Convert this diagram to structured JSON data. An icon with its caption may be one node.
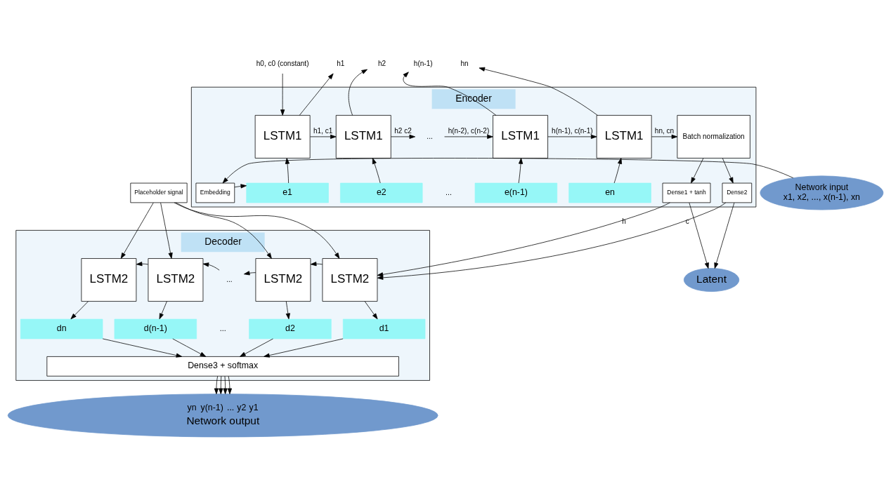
{
  "diagram": {
    "nodes": [
      {
        "text": [
          "Encoder"
        ]
      },
      {
        "text": [
          "h0, c0 (constant)"
        ]
      },
      {
        "text": [
          "h1"
        ]
      },
      {
        "text": [
          "h2"
        ]
      },
      {
        "text": [
          "h(n-1)"
        ]
      },
      {
        "text": [
          "hn"
        ]
      },
      {
        "text": [
          "Network input",
          "x1, x2, ..., x(n-1), xn"
        ]
      },
      {
        "text": [
          "Embedding"
        ],
        "in": 0
      },
      {
        "text": [
          "LSTM1"
        ],
        "in": 0
      },
      {
        "text": [
          "LSTM1"
        ],
        "in": 0
      },
      {
        "text": [
          "..."
        ],
        "in": 0
      },
      {
        "text": [
          "LSTM1"
        ],
        "in": 0
      },
      {
        "text": [
          "LSTM1"
        ],
        "in": 0
      },
      {
        "text": [
          "Batch normalization"
        ],
        "in": 0
      },
      {
        "text": [
          "e1"
        ],
        "in": 0
      },
      {
        "text": [
          "e2"
        ],
        "in": 0
      },
      {
        "text": [
          "e(n-1)"
        ],
        "in": 0
      },
      {
        "text": [
          "en"
        ],
        "in": 0
      },
      {
        "text": [
          "Dense1 + tanh"
        ],
        "in": 0
      },
      {
        "text": [
          "Dense2"
        ],
        "in": 0
      },
      {
        "text": [
          "Placeholder signal"
        ]
      },
      {
        "text": [
          "Decoder"
        ]
      },
      {
        "text": [
          "LSTM2"
        ],
        "in": 21
      },
      {
        "text": [
          "LSTM2"
        ],
        "in": 21
      },
      {
        "text": [
          "..."
        ],
        "in": 21
      },
      {
        "text": [
          "LSTM2"
        ],
        "in": 21
      },
      {
        "text": [
          "LSTM2"
        ],
        "in": 21
      },
      {
        "text": [
          "dn"
        ],
        "in": 21
      },
      {
        "text": [
          "d(n-1)"
        ],
        "in": 21
      },
      {
        "text": [
          "d2"
        ],
        "in": 21
      },
      {
        "text": [
          "d1"
        ],
        "in": 21
      },
      {
        "text": [
          "Dense3 + softmax"
        ],
        "in": 21
      },
      {
        "text": [
          "Latent"
        ]
      },
      {
        "text": [
          "yn",
          "y(n-1)",
          "...",
          "y2",
          "y1",
          "Network output"
        ]
      }
    ],
    "edges": [
      {
        "from": 1,
        "to": 8,
        "arrow": "to"
      },
      {
        "from": 8,
        "to": 9,
        "arrow": "to",
        "label": "h1, c1"
      },
      {
        "from": 9,
        "to": 10,
        "arrow": "to",
        "label": "h2 c2"
      },
      {
        "from": 10,
        "to": 11,
        "arrow": "to",
        "label": "h(n-2), c(n-2)"
      },
      {
        "from": 11,
        "to": 12,
        "arrow": "to",
        "label": "h(n-1), c(n-1)"
      },
      {
        "from": 12,
        "to": 13,
        "arrow": "to",
        "label": "hn, cn"
      },
      {
        "from": 8,
        "to": 2,
        "arrow": "to"
      },
      {
        "from": 9,
        "to": 3,
        "arrow": "to"
      },
      {
        "from": 11,
        "to": 4,
        "arrow": "to"
      },
      {
        "from": 12,
        "to": 5,
        "arrow": "to"
      },
      {
        "from": 6,
        "to": 7,
        "arrow": "to"
      },
      {
        "from": 7,
        "to": 14,
        "arrow": "to"
      },
      {
        "from": 14,
        "to": 8,
        "arrow": "to"
      },
      {
        "from": 15,
        "to": 9,
        "arrow": "to"
      },
      {
        "from": 16,
        "to": 11,
        "arrow": "to"
      },
      {
        "from": 17,
        "to": 12,
        "arrow": "to"
      },
      {
        "from": 13,
        "to": 18,
        "arrow": "to"
      },
      {
        "from": 13,
        "to": 19,
        "arrow": "to"
      },
      {
        "from": 18,
        "to": 26,
        "arrow": "to",
        "label": "h"
      },
      {
        "from": 19,
        "to": 26,
        "arrow": "to",
        "label": "c"
      },
      {
        "from": 18,
        "to": 32,
        "arrow": "to"
      },
      {
        "from": 19,
        "to": 32,
        "arrow": "to"
      },
      {
        "from": 20,
        "to": 22,
        "arrow": "to"
      },
      {
        "from": 20,
        "to": 23,
        "arrow": "to"
      },
      {
        "from": 20,
        "to": 25,
        "arrow": "to"
      },
      {
        "from": 20,
        "to": 26,
        "arrow": "to"
      },
      {
        "from": 26,
        "to": 25,
        "arrow": "to"
      },
      {
        "from": 25,
        "to": 24,
        "arrow": "to"
      },
      {
        "from": 24,
        "to": 23,
        "arrow": "to"
      },
      {
        "from": 23,
        "to": 22,
        "arrow": "to"
      },
      {
        "from": 22,
        "to": 27,
        "arrow": "to"
      },
      {
        "from": 23,
        "to": 28,
        "arrow": "to"
      },
      {
        "from": 25,
        "to": 29,
        "arrow": "to"
      },
      {
        "from": 26,
        "to": 30,
        "arrow": "to"
      },
      {
        "from": 27,
        "to": 31,
        "arrow": "to"
      },
      {
        "from": 28,
        "to": 31,
        "arrow": "to"
      },
      {
        "from": 29,
        "to": 31,
        "arrow": "to"
      },
      {
        "from": 30,
        "to": 31,
        "arrow": "to"
      },
      {
        "from": 31,
        "to": 33,
        "arrow": "to"
      },
      {
        "from": 31,
        "to": 33,
        "arrow": "to"
      },
      {
        "from": 31,
        "to": 33,
        "arrow": "to"
      },
      {
        "from": 31,
        "to": 33,
        "arrow": "to"
      }
    ],
    "labels": [
      "...",
      "..."
    ]
  }
}
